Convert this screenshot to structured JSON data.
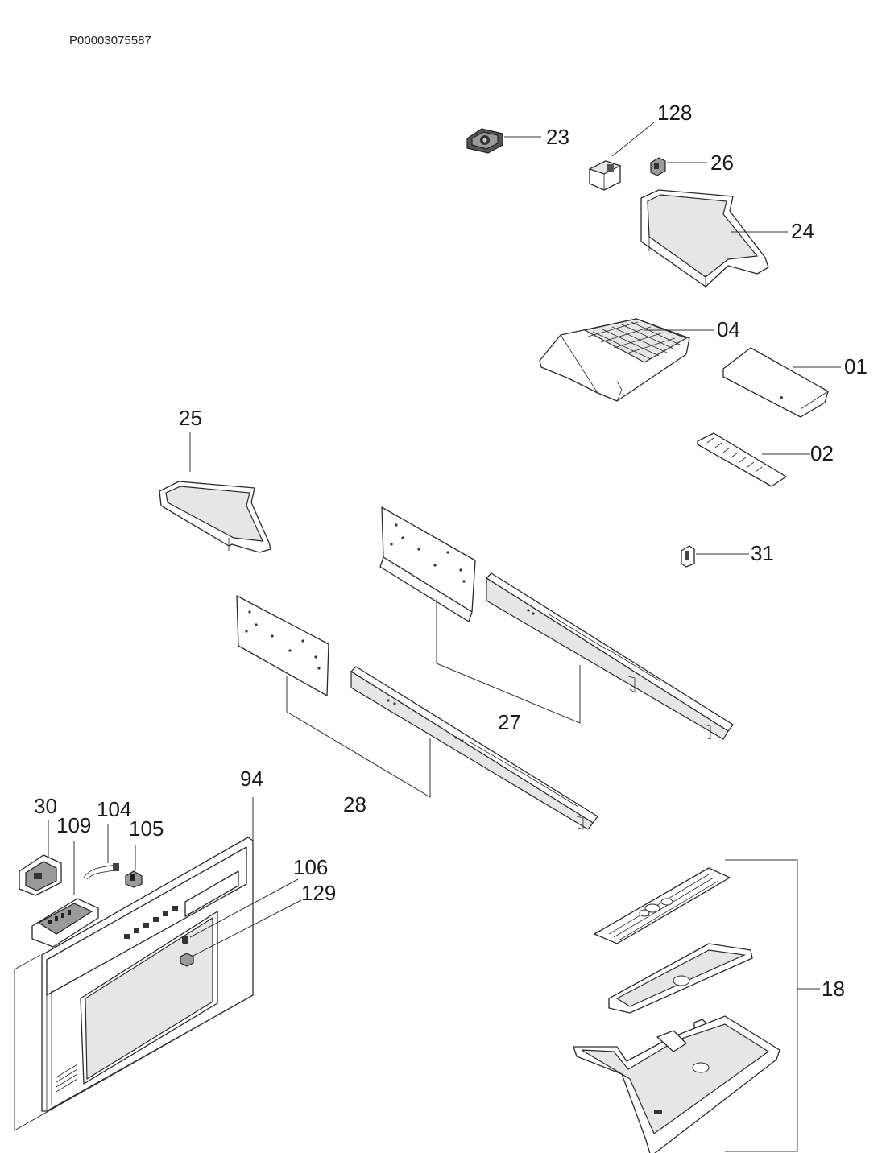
{
  "document": {
    "id": "P00003075587"
  },
  "callouts": [
    {
      "key": "23",
      "label": "23"
    },
    {
      "key": "128",
      "label": "128"
    },
    {
      "key": "26",
      "label": "26"
    },
    {
      "key": "24",
      "label": "24"
    },
    {
      "key": "04",
      "label": "04"
    },
    {
      "key": "01",
      "label": "01"
    },
    {
      "key": "25",
      "label": "25"
    },
    {
      "key": "02",
      "label": "02"
    },
    {
      "key": "31",
      "label": "31"
    },
    {
      "key": "27",
      "label": "27"
    },
    {
      "key": "28",
      "label": "28"
    },
    {
      "key": "94",
      "label": "94"
    },
    {
      "key": "30",
      "label": "30"
    },
    {
      "key": "104",
      "label": "104"
    },
    {
      "key": "109",
      "label": "109"
    },
    {
      "key": "105",
      "label": "105"
    },
    {
      "key": "106",
      "label": "106"
    },
    {
      "key": "129",
      "label": "129"
    },
    {
      "key": "18",
      "label": "18"
    }
  ]
}
